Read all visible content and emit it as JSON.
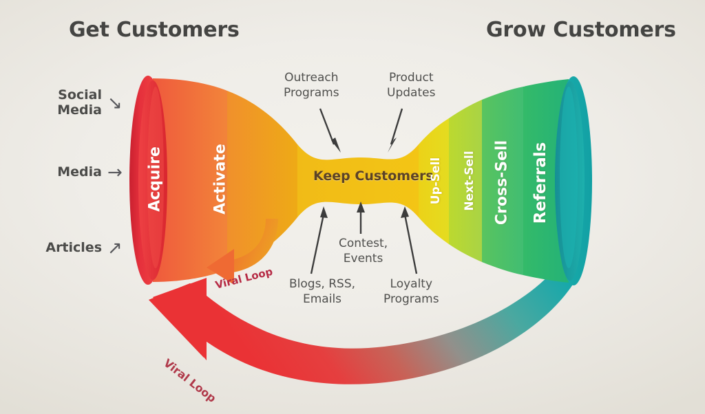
{
  "header": {
    "left_title": "Get Customers",
    "right_title": "Grow Customers"
  },
  "sources": [
    {
      "label": "Social\nMedia",
      "arrow_icon": "arrow-down-right",
      "arrow_glyph": "↘"
    },
    {
      "label": "Media",
      "arrow_icon": "arrow-right",
      "arrow_glyph": "→"
    },
    {
      "label": "Articles",
      "arrow_icon": "arrow-up-right",
      "arrow_glyph": "↗"
    }
  ],
  "funnel": {
    "left_mouth_color": "#e8323c",
    "right_mouth_color": "#17a8a8",
    "stages": [
      {
        "label": "Acquire",
        "color": "#f0713a",
        "text_color": "#ffffff"
      },
      {
        "label": "Activate",
        "color": "#eda019",
        "text_color": "#ffffff"
      },
      {
        "label": "Keep Customers",
        "color": "#f2c117",
        "text_color": "#5c4326"
      },
      {
        "label": "Up-Sell",
        "color": "#e9d31c",
        "text_color": "#ffffff"
      },
      {
        "label": "Next-Sell",
        "color": "#b4d63a",
        "text_color": "#ffffff"
      },
      {
        "label": "Cross-Sell",
        "color": "#4cc06a",
        "text_color": "#ffffff"
      },
      {
        "label": "Referrals",
        "color": "#2eb765",
        "text_color": "#ffffff"
      }
    ]
  },
  "callouts": {
    "top": [
      {
        "label": "Outreach\nPrograms"
      },
      {
        "label": "Product\nUpdates"
      }
    ],
    "bottom": [
      {
        "label": "Blogs, RSS,\nEmails"
      },
      {
        "label": "Contest,\nEvents"
      },
      {
        "label": "Loyalty\nPrograms"
      }
    ]
  },
  "loops": {
    "small_label": "Viral Loop",
    "small_color": "#ef7733",
    "big_label": "Viral Loop",
    "big_color_start": "#17a8a8",
    "big_color_end": "#ea3b3b"
  },
  "chart_data": {
    "type": "diagram",
    "title": "Bowtie / Hourglass Customer Funnel",
    "sections": [
      "Get Customers",
      "Grow Customers"
    ],
    "stages": [
      "Acquire",
      "Activate",
      "Keep Customers",
      "Up-Sell",
      "Next-Sell",
      "Cross-Sell",
      "Referrals"
    ],
    "inputs": [
      "Social Media",
      "Media",
      "Articles"
    ],
    "tactics_top": [
      "Outreach Programs",
      "Product Updates"
    ],
    "tactics_bottom": [
      "Blogs, RSS, Emails",
      "Contest, Events",
      "Loyalty Programs"
    ],
    "feedback_loops": [
      "Viral Loop",
      "Viral Loop"
    ]
  }
}
